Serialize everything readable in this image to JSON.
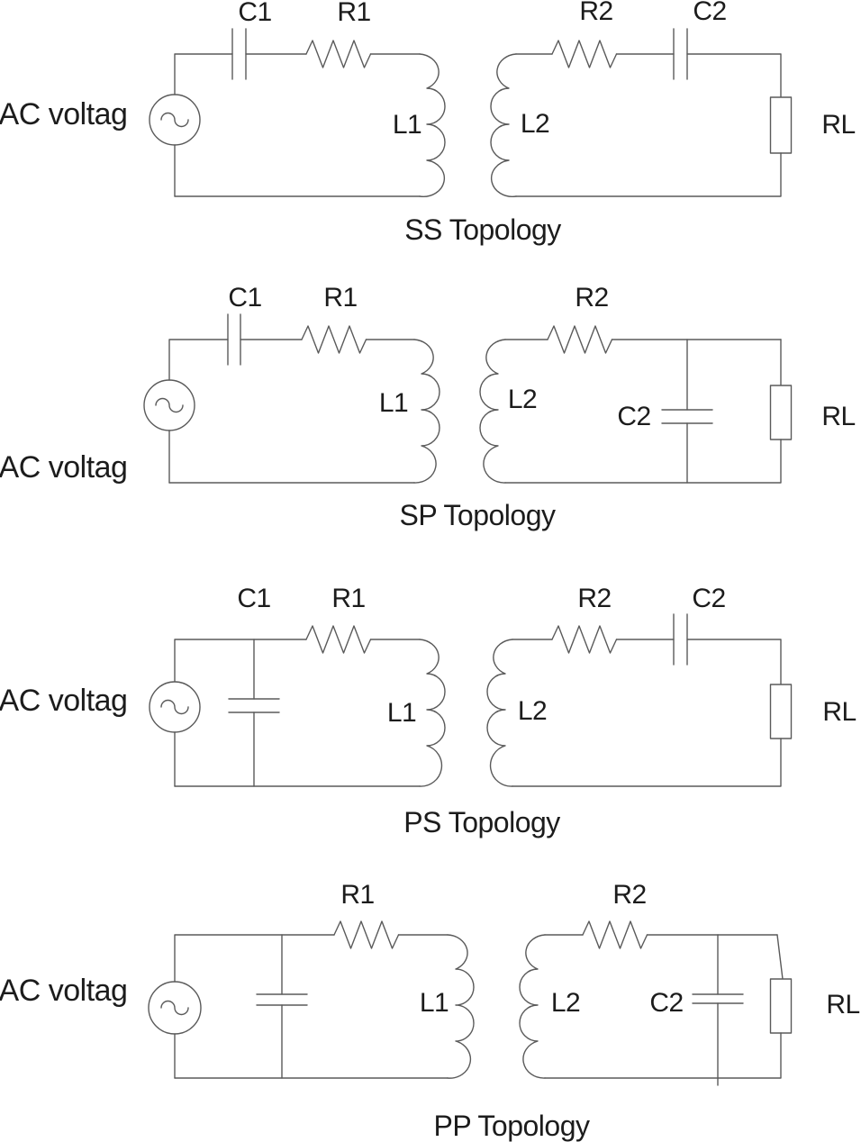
{
  "source_label": "AC voltag",
  "topologies": [
    {
      "name": "SS",
      "caption": "SS Topology",
      "labels": {
        "c1": "C1",
        "r1": "R1",
        "l1": "L1",
        "l2": "L2",
        "r2": "R2",
        "c2": "C2",
        "rl": "RL"
      }
    },
    {
      "name": "SP",
      "caption": "SP Topology",
      "labels": {
        "c1": "C1",
        "r1": "R1",
        "l1": "L1",
        "l2": "L2",
        "r2": "R2",
        "c2": "C2",
        "rl": "RL"
      }
    },
    {
      "name": "PS",
      "caption": "PS Topology",
      "labels": {
        "c1": "C1",
        "r1": "R1",
        "l1": "L1",
        "l2": "L2",
        "r2": "R2",
        "c2": "C2",
        "rl": "RL"
      }
    },
    {
      "name": "PP",
      "caption": "PP Topology",
      "labels": {
        "r1": "R1",
        "l1": "L1",
        "l2": "L2",
        "r2": "R2",
        "c2": "C2",
        "rl": "RL"
      }
    }
  ]
}
